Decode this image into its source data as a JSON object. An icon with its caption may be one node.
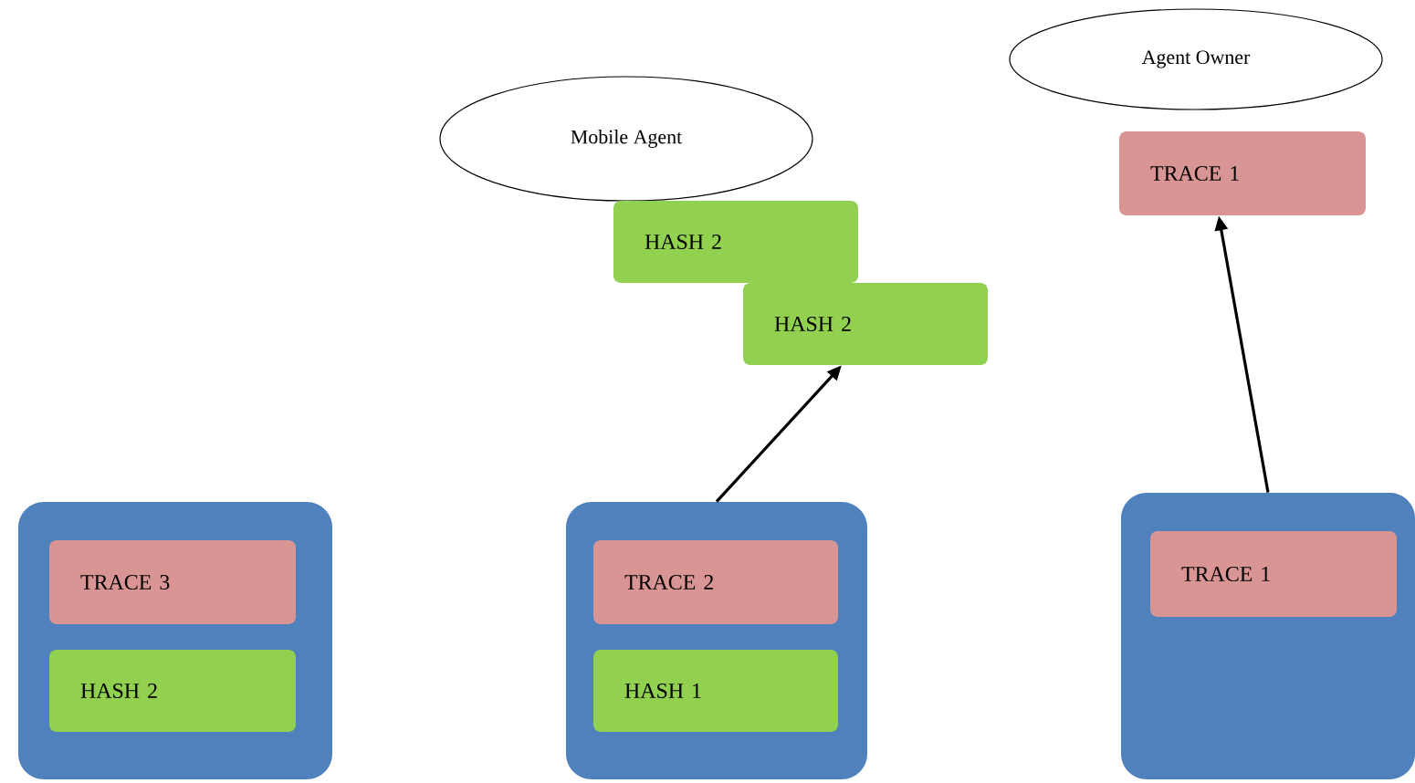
{
  "diagram": {
    "nodes": [
      {
        "text": [
          "Agent Owner"
        ]
      },
      {
        "text": [
          "TRACE 1"
        ]
      },
      {
        "text": [
          "Mobile Agent"
        ]
      },
      {
        "text": [
          "HASH 2"
        ]
      },
      {
        "text": [
          "HASH 2"
        ]
      },
      {
        "text": [],
        "shape": "box"
      },
      {
        "text": [
          "TRACE 3"
        ],
        "in": 5
      },
      {
        "text": [
          "HASH 2"
        ],
        "in": 5
      },
      {
        "text": [],
        "shape": "box"
      },
      {
        "text": [
          "TRACE 2"
        ],
        "in": 8
      },
      {
        "text": [
          "HASH 1"
        ],
        "in": 8
      },
      {
        "text": [],
        "shape": "box"
      },
      {
        "text": [
          "TRACE 1"
        ],
        "in": 11
      }
    ],
    "edges": [
      {
        "from": 8,
        "to": 4,
        "arrow": "to"
      },
      {
        "from": 11,
        "to": 1,
        "arrow": "to"
      }
    ]
  }
}
